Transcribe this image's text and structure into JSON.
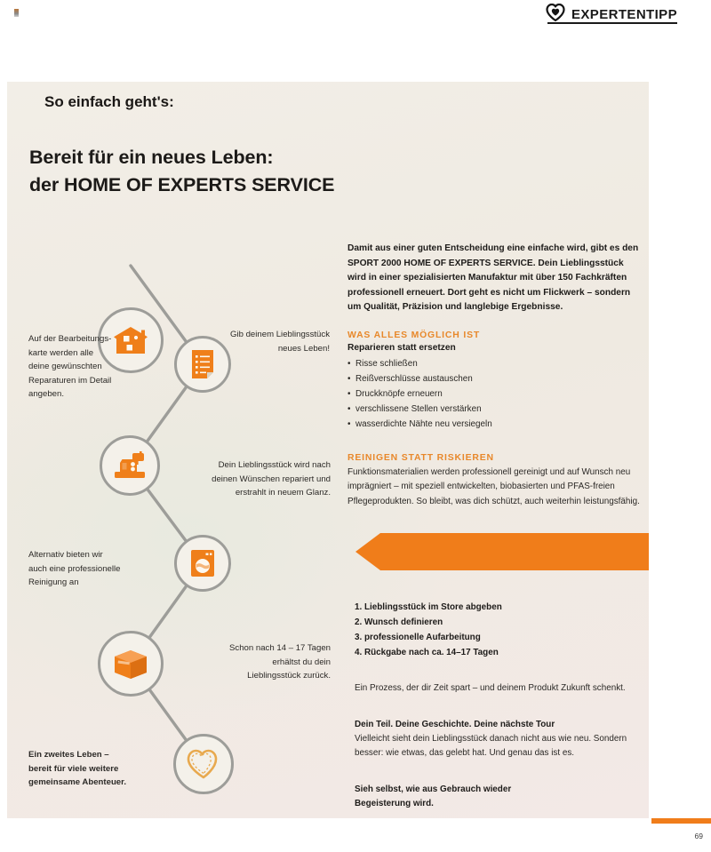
{
  "header": {
    "badge_text": "EXPERTENTIPP",
    "badge_icon": "heart-icon"
  },
  "panel": {
    "title_line1": "Bereit für ein neues Leben:",
    "title_line2": "der HOME OF EXPERTS SERVICE"
  },
  "flow": {
    "nodes": [
      {
        "icon": "house-icon",
        "name": "node-house"
      },
      {
        "icon": "checklist-icon",
        "name": "node-checklist"
      },
      {
        "icon": "sewing-machine-icon",
        "name": "node-sewing-machine"
      },
      {
        "icon": "washing-machine-icon",
        "name": "node-washing-machine"
      },
      {
        "icon": "package-box-icon",
        "name": "node-package-box"
      },
      {
        "icon": "stitched-heart-icon",
        "name": "node-stitched-heart"
      }
    ],
    "captions": {
      "c1_line1": "Gib deinem Lieblingsstück",
      "c1_line2": "neues Leben!",
      "c2_line1": "Auf der Bearbeitungs-",
      "c2_line2": "karte werden alle",
      "c2_line3": "deine gewünschten",
      "c2_line4": "Reparaturen im Detail",
      "c2_line5": "angeben.",
      "c3_line1": "Dein Lieblingsstück wird nach",
      "c3_line2": "deinen Wünschen repariert und",
      "c3_line3": "erstrahlt in neuem Glanz.",
      "c4_line1": "Alternativ bieten wir",
      "c4_line2": "auch eine professionelle",
      "c4_line3": "Reinigung an",
      "c5_line1": "Schon nach 14 – 17 Tagen",
      "c5_line2": "erhältst du dein",
      "c5_line3": "Lieblingsstück zurück.",
      "c6_line1": "Ein zweites Leben –",
      "c6_line2": "bereit für viele weitere",
      "c6_line3": "gemeinsame Abenteuer."
    }
  },
  "right_column": {
    "intro": "Damit aus einer guten Entscheidung eine einfache wird, gibt es den SPORT 2000 HOME OF EXPERTS SERVICE. Dein Lieblingsstück wird in einer spezialisierten Manufaktur mit über 150 Fachkräften professionell erneuert. Dort geht es nicht um Flickwerk – sondern um Qualität, Präzision und langlebige Ergebnisse.",
    "section1_heading": "WAS ALLES MÖGLICH IST",
    "section1_subheading": "Reparieren statt ersetzen",
    "section1_items": [
      "Risse schließen",
      "Reißverschlüsse austauschen",
      "Druckknöpfe erneuern",
      "verschlissene Stellen verstärken",
      "wasserdichte Nähte neu versiegeln"
    ],
    "section2_heading": "REINIGEN STATT RISKIEREN",
    "section2_body": "Funktionsmaterialien werden professionell gereinigt und auf Wunsch neu imprägniert – mit speziell entwickelten, biobasierten und PFAS-freien Pflegeprodukten. So bleibt, was dich schützt, auch weiterhin leistungsfähig."
  },
  "ribbon": {
    "label": "So einfach geht's:"
  },
  "steps": {
    "items": [
      "1. Lieblingsstück im Store abgeben",
      "2. Wunsch definieren",
      "3. professionelle Aufarbeitung",
      "4. Rückgabe nach ca. 14–17 Tagen"
    ],
    "note": "Ein Prozess, der dir Zeit spart – und deinem Produkt Zukunft schenkt.",
    "closing_heading": "Dein Teil. Deine Geschichte. Deine nächste Tour",
    "closing_body": "Vielleicht sieht dein Lieblingsstück danach nicht aus wie neu. Sondern besser: wie etwas, das gelebt hat. Und genau das ist es.",
    "cta_line1": "Sieh selbst, wie aus Gebrauch wieder",
    "cta_line2": "Begeisterung wird."
  },
  "footer": {
    "page_number": "69"
  },
  "colors": {
    "accent_orange": "#f07d1a",
    "heading_orange": "#e8882b",
    "panel_beige": "#efeae1",
    "node_stroke": "#9d9d99"
  }
}
